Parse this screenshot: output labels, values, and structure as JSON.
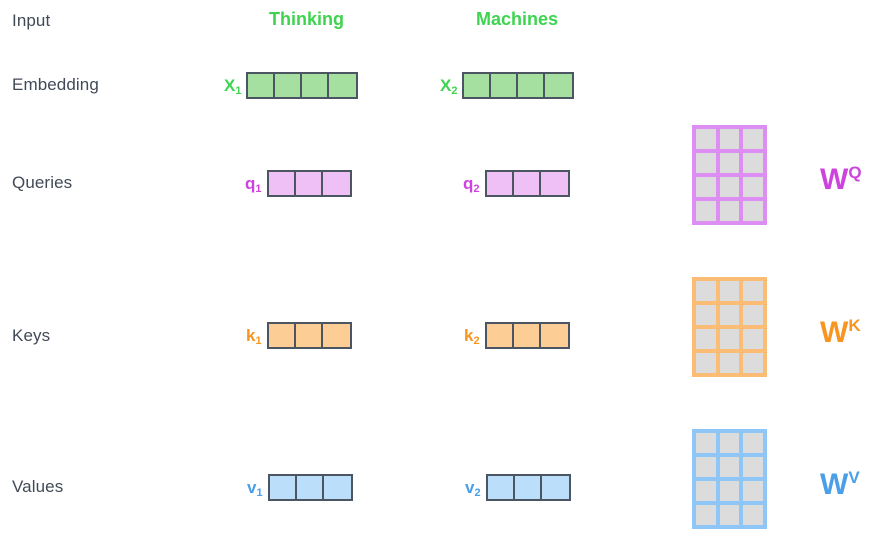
{
  "diagram": {
    "title": "Self-Attention Q/K/V projection diagram",
    "colors": {
      "green": "#3ed44f",
      "green_fill": "#a5e0a0",
      "purple": "#cc44dd",
      "purple_fill": "#eec0f5",
      "orange": "#f79520",
      "orange_fill": "#fdcd96",
      "blue": "#4a9fe8",
      "blue_fill": "#bbdefb",
      "label_gray": "#414a56",
      "cell_gray": "#dcdcdc",
      "border_gray": "#4c5662",
      "background": "#ffffff"
    },
    "row_labels": {
      "input": "Input",
      "embedding": "Embedding",
      "queries": "Queries",
      "keys": "Keys",
      "values": "Values"
    },
    "tokens": [
      {
        "label": "Thinking"
      },
      {
        "label": "Machines"
      }
    ],
    "vectors": {
      "embedding": [
        {
          "symbol": "X",
          "subscript": "1",
          "cells": 4
        },
        {
          "symbol": "X",
          "subscript": "2",
          "cells": 4
        }
      ],
      "queries": [
        {
          "symbol": "q",
          "subscript": "1",
          "cells": 3
        },
        {
          "symbol": "q",
          "subscript": "2",
          "cells": 3
        }
      ],
      "keys": [
        {
          "symbol": "k",
          "subscript": "1",
          "cells": 3
        },
        {
          "symbol": "k",
          "subscript": "2",
          "cells": 3
        }
      ],
      "values": [
        {
          "symbol": "v",
          "subscript": "1",
          "cells": 3
        },
        {
          "symbol": "v",
          "subscript": "2",
          "cells": 3
        }
      ]
    },
    "weight_matrices": [
      {
        "symbol": "W",
        "superscript": "Q",
        "rows": 4,
        "cols": 3
      },
      {
        "symbol": "W",
        "superscript": "K",
        "rows": 4,
        "cols": 3
      },
      {
        "symbol": "W",
        "superscript": "V",
        "rows": 4,
        "cols": 3
      }
    ]
  }
}
